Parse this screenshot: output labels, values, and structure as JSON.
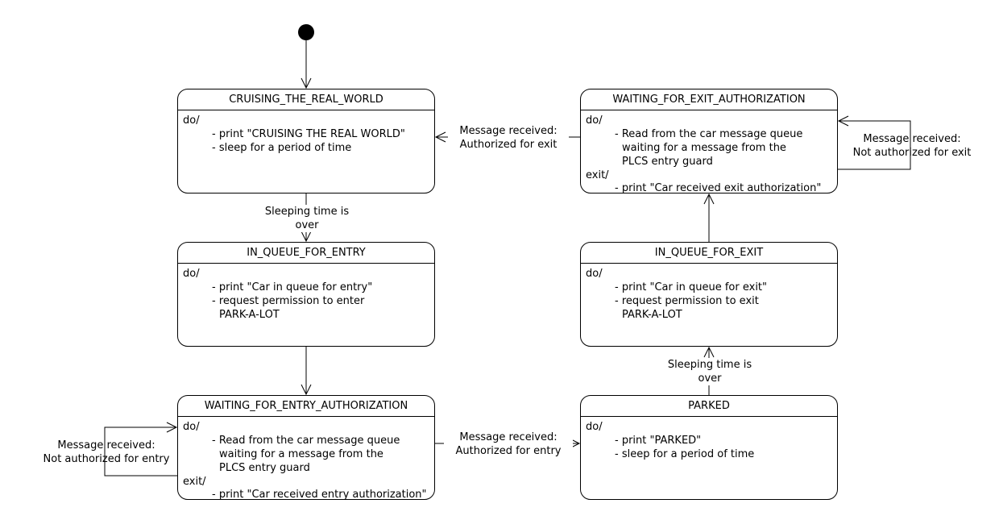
{
  "diagram": {
    "states": {
      "cruising": {
        "name": "CRUISING_THE_REAL_WORLD",
        "do_label": "do/",
        "do_lines": [
          "- print \"CRUISING THE REAL WORLD\"",
          "- sleep for a period of time"
        ]
      },
      "in_queue_entry": {
        "name": "IN_QUEUE_FOR_ENTRY",
        "do_label": "do/",
        "do_lines": [
          "- print \"Car in queue for entry\"",
          "- request permission to enter",
          "PARK-A-LOT"
        ]
      },
      "waiting_entry": {
        "name": "WAITING_FOR_ENTRY_AUTHORIZATION",
        "do_label": "do/",
        "do_lines": [
          "- Read from the car message queue",
          "waiting for a message from the",
          "PLCS entry guard"
        ],
        "exit_label": "exit/",
        "exit_lines": [
          "- print \"Car received entry authorization\""
        ]
      },
      "parked": {
        "name": "PARKED",
        "do_label": "do/",
        "do_lines": [
          "- print \"PARKED\"",
          "- sleep for a period of time"
        ]
      },
      "in_queue_exit": {
        "name": "IN_QUEUE_FOR_EXIT",
        "do_label": "do/",
        "do_lines": [
          "- print \"Car in queue for exit\"",
          "- request permission to exit",
          "PARK-A-LOT"
        ]
      },
      "waiting_exit": {
        "name": "WAITING_FOR_EXIT_AUTHORIZATION",
        "do_label": "do/",
        "do_lines": [
          "- Read from the car message queue",
          "waiting for a message from the",
          "PLCS entry guard"
        ],
        "exit_label": "exit/",
        "exit_lines": [
          "- print \"Car received exit authorization\""
        ]
      }
    },
    "transitions": {
      "sleep_over_1": "Sleeping time is\nover",
      "entry_authorized": "Message received:\nAuthorized for entry",
      "entry_not_authorized": "Message received:\nNot authorized for entry",
      "sleep_over_2": "Sleeping time is\nover",
      "exit_authorized": "Message received:\nAuthorized for exit",
      "exit_not_authorized": "Message received:\nNot authorized for exit"
    }
  }
}
